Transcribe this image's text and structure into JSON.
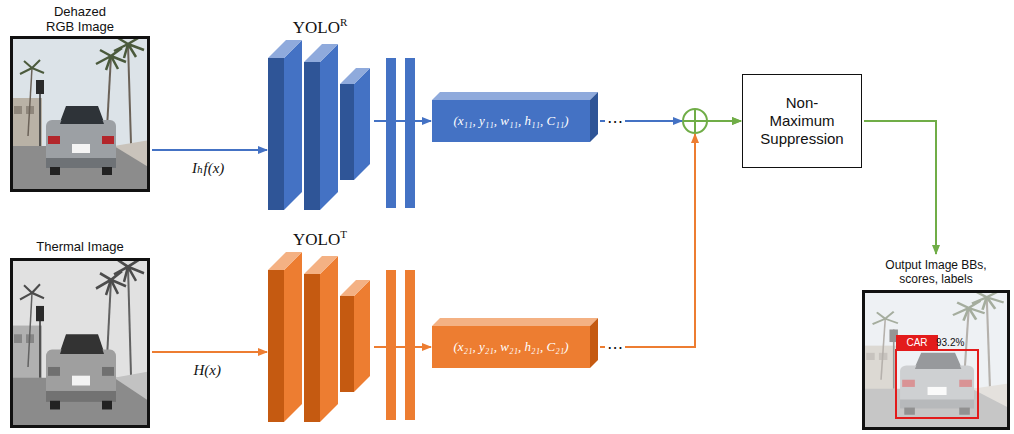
{
  "diagram": {
    "nodes": [
      {
        "text": [
          "Dehazed RGB Image"
        ]
      },
      {
        "text": [
          "YOLO",
          "R"
        ]
      },
      {
        "text": [
          "(x₁₁, y₁₁, w₁₁, h₁₁, C₁₁)"
        ]
      },
      {
        "text": [
          "Non- Maximum Suppression"
        ]
      },
      {
        "text": [
          "Output Image BBs, scores, labels"
        ]
      },
      {
        "text": [
          "CAR"
        ],
        "in": 4
      },
      {
        "text": [
          "Thermal Image"
        ]
      },
      {
        "text": [
          "YOLO",
          "T"
        ]
      },
      {
        "text": [
          "(x₂₁, y₂₁, w₂₁, h₂₁, C₂₁)"
        ]
      }
    ],
    "edges": [
      {
        "from": 0,
        "to": 1,
        "arrow": "to",
        "label": "Iₕf(x)"
      },
      {
        "from": 1,
        "to": 2,
        "arrow": "to"
      },
      {
        "from": 2,
        "to": 3,
        "arrow": "to"
      },
      {
        "from": 6,
        "to": 7,
        "arrow": "to",
        "label": "H(x)"
      },
      {
        "from": 7,
        "to": 8,
        "arrow": "to"
      },
      {
        "from": 8,
        "to": 3,
        "arrow": "to"
      },
      {
        "from": 3,
        "to": 4,
        "arrow": "to"
      }
    ],
    "labels": [
      "⋯",
      "93.2%",
      "⋯"
    ]
  }
}
